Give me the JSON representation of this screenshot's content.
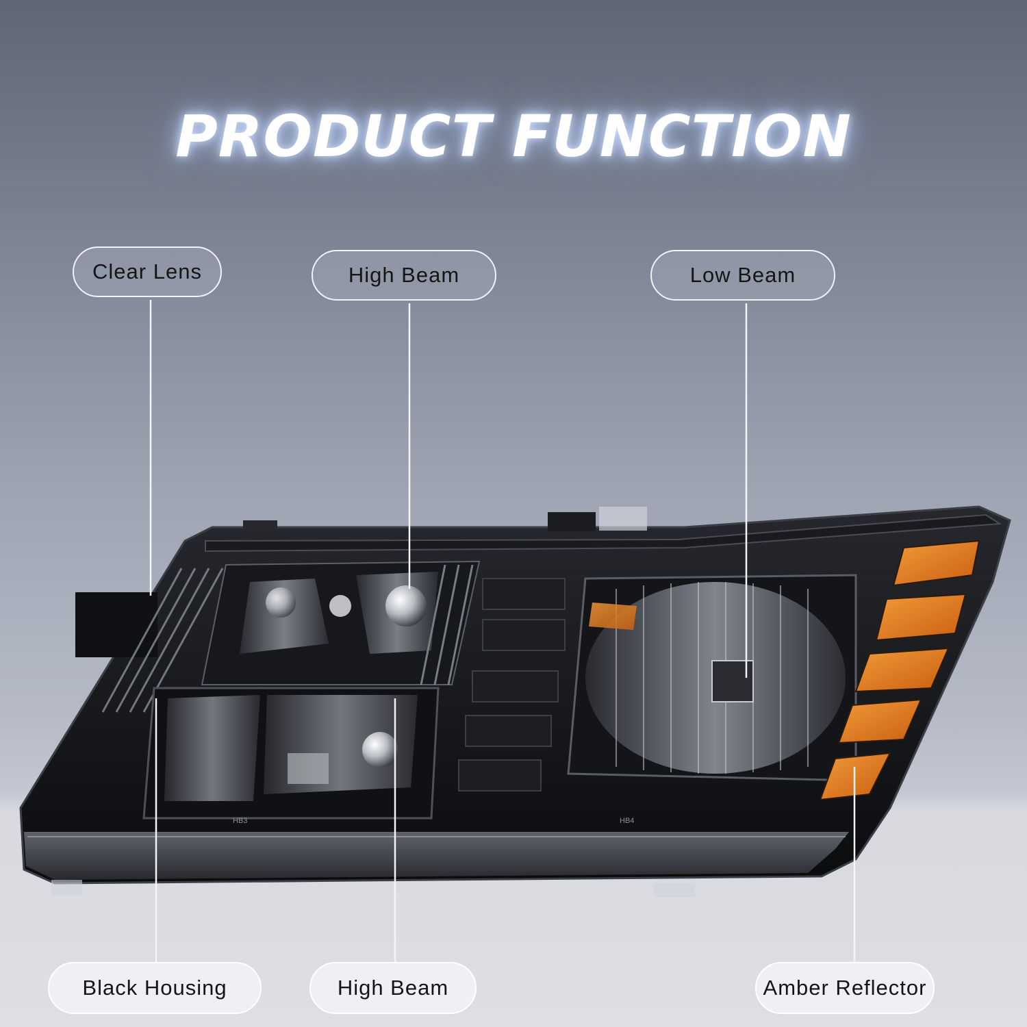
{
  "title": "PRODUCT FUNCTION",
  "labels": {
    "clear_lens": "Clear Lens",
    "high_beam_top": "High Beam",
    "low_beam": "Low Beam",
    "black_housing": "Black Housing",
    "high_beam_bottom": "High Beam",
    "amber_reflector": "Amber Reflector"
  },
  "bulb_marks": {
    "left": "HB3",
    "right": "HB4"
  },
  "colors": {
    "housing": "#0f1013",
    "amber": "#e07a1e",
    "chrome": "#d9dbe0",
    "background_top": "#5f6675",
    "background_floor": "#dddfe5"
  }
}
